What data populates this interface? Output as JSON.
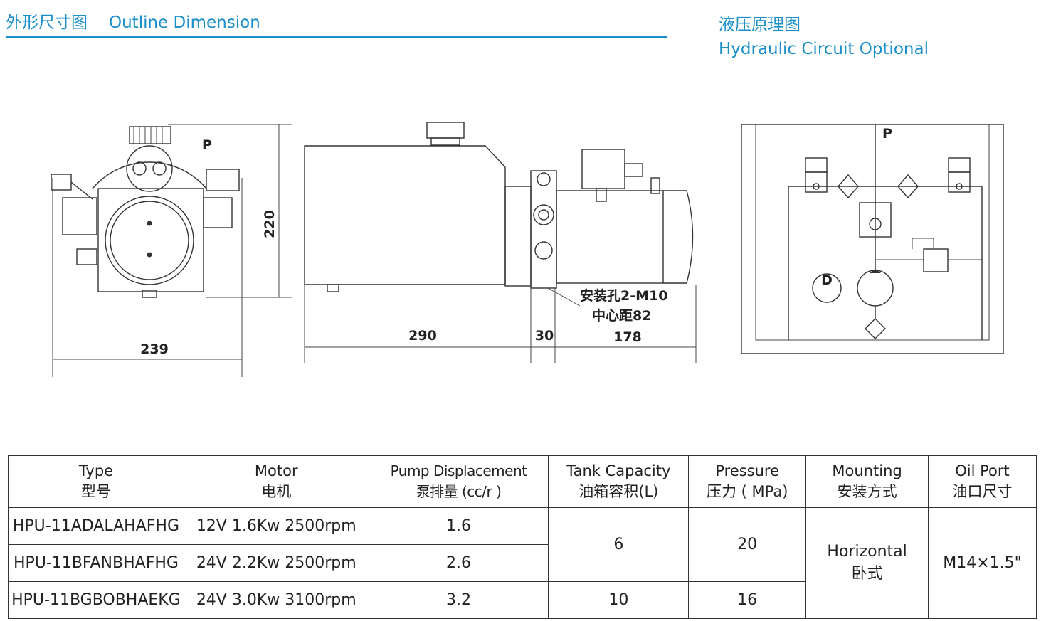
{
  "headers": {
    "outline_cn": "外形尺寸图",
    "outline_en": "Outline Dimension",
    "circuit_cn": "液压原理图",
    "circuit_en": "Hydraulic Circuit Optional"
  },
  "drawing": {
    "dim_width": "239",
    "dim_height": "220",
    "dim_tank": "290",
    "dim_flange": "30",
    "dim_motor": "178",
    "port_label": "P",
    "mount_note_1": "安装孔2-M10",
    "mount_note_2": "中心距82",
    "circuit_port": "P",
    "motor_symbol": "D"
  },
  "table": {
    "headers": [
      {
        "en": "Type",
        "cn": "型号"
      },
      {
        "en": "Motor",
        "cn": "电机"
      },
      {
        "en": "Pump Displacement",
        "cn": "泵排量 (cc/r )"
      },
      {
        "en": "Tank Capacity",
        "cn": "油箱容积(L)"
      },
      {
        "en": "Pressure",
        "cn": "压力 ( MPa)"
      },
      {
        "en": "Mounting",
        "cn": "安装方式"
      },
      {
        "en": "Oil Port",
        "cn": "油口尺寸"
      }
    ],
    "rows": [
      {
        "type": "HPU-11ADALAHAFHG",
        "motor": "12V 1.6Kw 2500rpm",
        "displacement": "1.6"
      },
      {
        "type": "HPU-11BFANBHAFHG",
        "motor": "24V 2.2Kw 2500rpm",
        "displacement": "2.6"
      },
      {
        "type": "HPU-11BGBOBHAEKG",
        "motor": "24V 3.0Kw 3100rpm",
        "displacement": "3.2"
      }
    ],
    "tank_small": "6",
    "tank_large": "10",
    "pressure_high": "20",
    "pressure_low": "16",
    "mounting_en": "Horizontal",
    "mounting_cn": "卧式",
    "oil_port": "M14×1.5\""
  }
}
